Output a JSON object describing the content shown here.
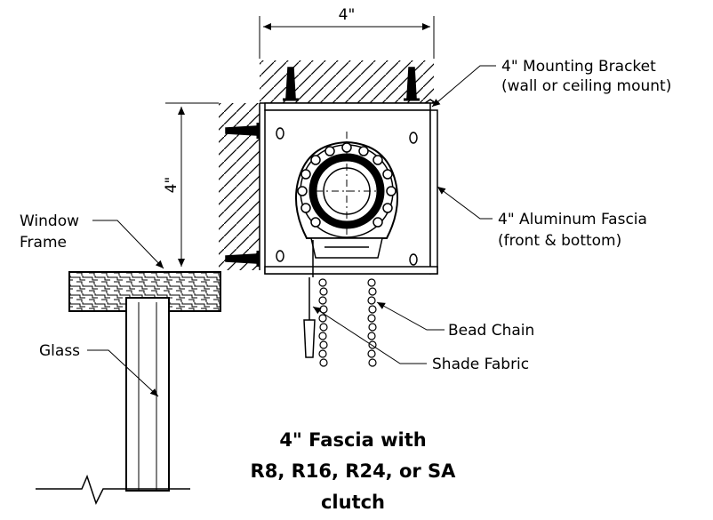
{
  "dimensions": {
    "width_label": "4\"",
    "height_label": "4\""
  },
  "labels": {
    "mounting_bracket_line1": "4\" Mounting Bracket",
    "mounting_bracket_line2": "(wall or ceiling mount)",
    "fascia_line1": "4\" Aluminum Fascia",
    "fascia_line2": "(front & bottom)",
    "window_frame_line1": "Window",
    "window_frame_line2": "Frame",
    "glass": "Glass",
    "bead_chain": "Bead Chain",
    "shade_fabric": "Shade Fabric"
  },
  "caption": {
    "line1": "4\" Fascia with",
    "line2": "R8, R16, R24, or SA",
    "line3": "clutch"
  }
}
